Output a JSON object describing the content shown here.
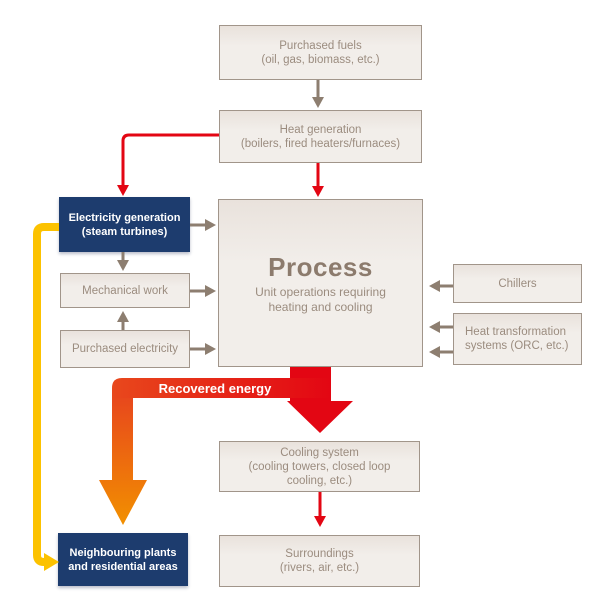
{
  "colors": {
    "red": "#e30613",
    "red_orange": "#e8481c",
    "orange": "#f29000",
    "yellow": "#fcc200",
    "navy": "#1d3c6e",
    "box_fill": "#f2eeea",
    "box_fill_top": "#e9e2dc",
    "box_border": "#a1958a",
    "box_text": "#9b8c7f",
    "process_title": "#8c7b6d",
    "arrow_gray": "#8d7e70",
    "white": "#ffffff"
  },
  "nodes": {
    "purchased_fuels": {
      "lines": [
        "Purchased fuels",
        "(oil, gas, biomass, etc.)"
      ]
    },
    "heat_generation": {
      "lines": [
        "Heat generation",
        "(boilers, fired heaters/furnaces)"
      ]
    },
    "electricity_generation": {
      "lines": [
        "Electricity generation",
        "(steam turbines)"
      ]
    },
    "mechanical_work": {
      "lines": [
        "Mechanical work"
      ]
    },
    "purchased_electricity": {
      "lines": [
        "Purchased electricity"
      ]
    },
    "process": {
      "title": "Process",
      "lines": [
        "Unit operations requiring",
        "heating and cooling"
      ]
    },
    "chillers": {
      "lines": [
        "Chillers"
      ]
    },
    "heat_transformation": {
      "lines": [
        "Heat transformation",
        "systems (ORC, etc.)"
      ]
    },
    "cooling_system": {
      "lines": [
        "Cooling system",
        "(cooling towers, closed loop",
        "cooling, etc.)"
      ]
    },
    "surroundings": {
      "lines": [
        "Surroundings",
        "(rivers, air, etc.)"
      ]
    },
    "neighbouring_plants": {
      "lines": [
        "Neighbouring plants",
        "and residential areas"
      ]
    }
  },
  "labels": {
    "recovered_energy": "Recovered energy"
  },
  "edges": [
    {
      "from": "purchased_fuels",
      "to": "heat_generation",
      "style": "gray"
    },
    {
      "from": "heat_generation",
      "to": "electricity_generation",
      "style": "red"
    },
    {
      "from": "heat_generation",
      "to": "process",
      "style": "red"
    },
    {
      "from": "electricity_generation",
      "to": "process",
      "style": "gray"
    },
    {
      "from": "electricity_generation",
      "to": "mechanical_work",
      "style": "gray"
    },
    {
      "from": "purchased_electricity",
      "to": "mechanical_work",
      "style": "gray"
    },
    {
      "from": "mechanical_work",
      "to": "process",
      "style": "gray"
    },
    {
      "from": "purchased_electricity",
      "to": "process",
      "style": "gray"
    },
    {
      "from": "chillers",
      "to": "process",
      "style": "gray"
    },
    {
      "from": "heat_transformation",
      "to": "process",
      "style": "gray-double"
    },
    {
      "from": "process",
      "to": "cooling_system",
      "style": "thick-red"
    },
    {
      "from": "process",
      "to": "neighbouring_plants",
      "style": "thick-red-orange-gradient",
      "label": "Recovered energy"
    },
    {
      "from": "cooling_system",
      "to": "surroundings",
      "style": "red"
    },
    {
      "from": "electricity_generation",
      "to": "neighbouring_plants",
      "style": "yellow"
    }
  ]
}
